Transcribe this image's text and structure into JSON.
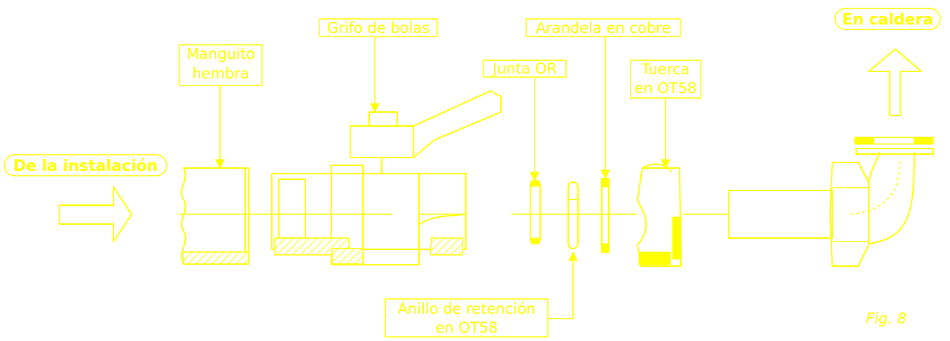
{
  "labels": {
    "source": "De la instalación",
    "destination": "En caldera",
    "ball_valve": "Grifo de bolas",
    "female_sleeve_1": "Manguito",
    "female_sleeve_2": "hembra",
    "o_ring": "Junta OR",
    "copper_washer": "Arandela en cobre",
    "nut_1": "Tuerca",
    "nut_2": "en OT58",
    "retaining_ring_1": "Anillo de retención",
    "retaining_ring_2": "en OT58",
    "figure": "Fig. 8"
  },
  "colors": {
    "line": "#ffff00",
    "background": "#ffffff"
  }
}
